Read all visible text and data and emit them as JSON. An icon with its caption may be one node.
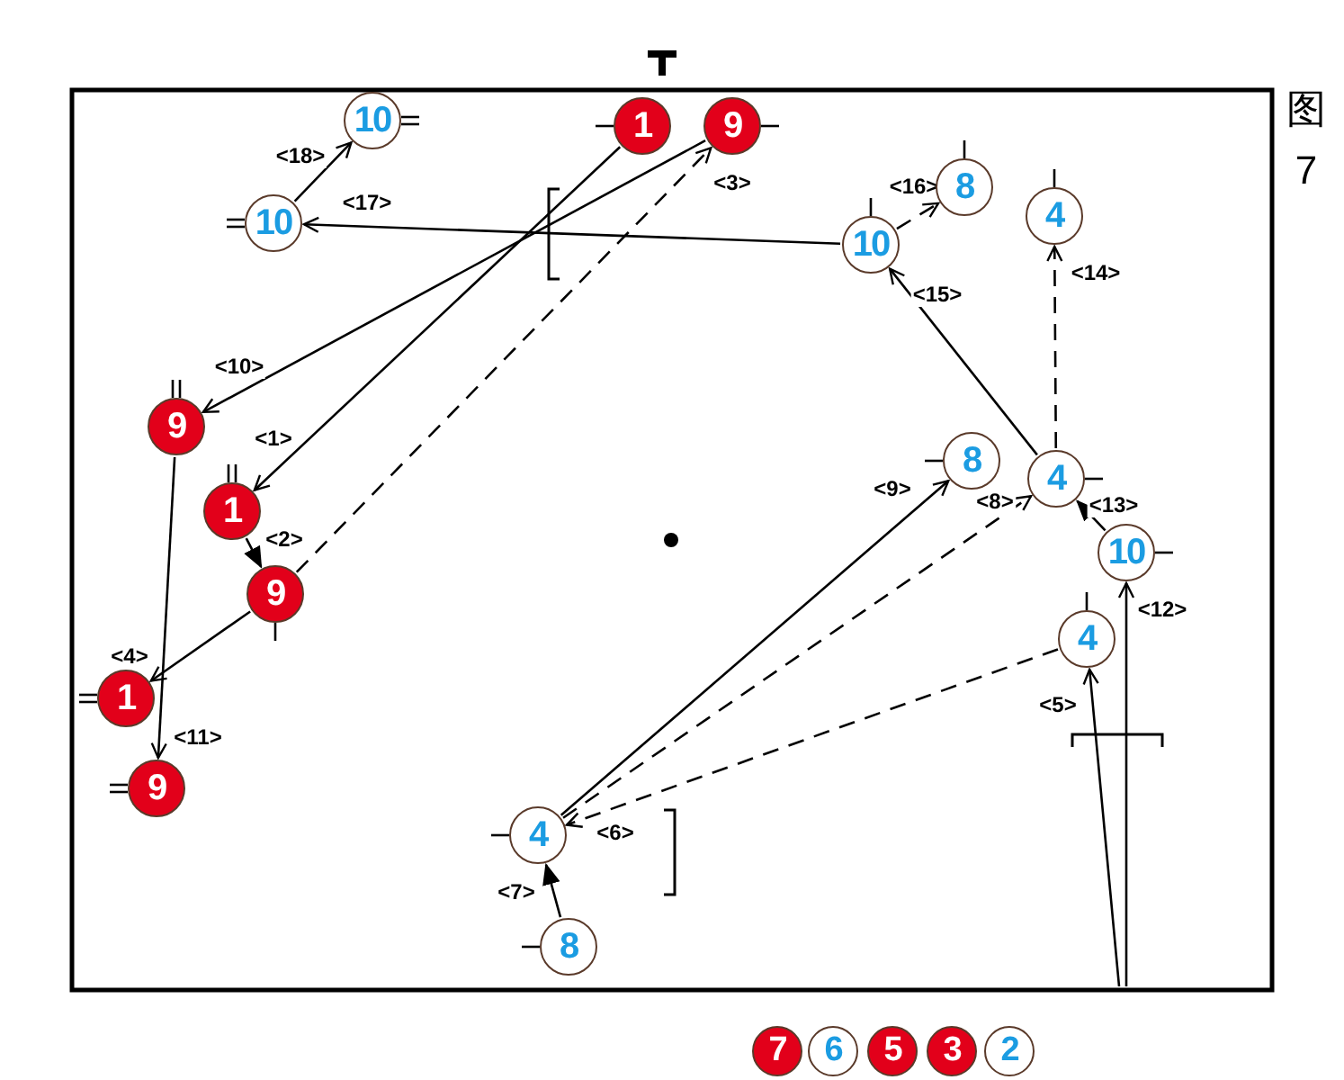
{
  "diagram": {
    "nodes": [
      {
        "text": [
          "1"
        ]
      },
      {
        "text": [
          "9"
        ]
      },
      {
        "text": [
          "10"
        ]
      },
      {
        "text": [
          "10"
        ]
      },
      {
        "text": [
          "10"
        ]
      },
      {
        "text": [
          "8"
        ]
      },
      {
        "text": [
          "4"
        ]
      },
      {
        "text": [
          "9"
        ]
      },
      {
        "text": [
          "1"
        ]
      },
      {
        "text": [
          "8"
        ]
      },
      {
        "text": [
          "4"
        ]
      },
      {
        "text": [
          "9"
        ]
      },
      {
        "text": [
          "10"
        ]
      },
      {
        "text": [
          "4"
        ]
      },
      {
        "text": [
          "1"
        ]
      },
      {
        "text": [
          "9"
        ]
      },
      {
        "text": [
          "4"
        ]
      },
      {
        "text": [
          "8"
        ]
      },
      {
        "text": [
          "7"
        ]
      },
      {
        "text": [
          "6"
        ]
      },
      {
        "text": [
          "5"
        ]
      },
      {
        "text": [
          "3"
        ]
      },
      {
        "text": [
          "2"
        ]
      }
    ],
    "edges": [
      {
        "from": 0,
        "to": 8,
        "arrow": "to",
        "label": "<1>"
      },
      {
        "from": 8,
        "to": 11,
        "arrow": "to",
        "label": "<2>"
      },
      {
        "from": 11,
        "to": 1,
        "arrow": "to",
        "label": "<3>",
        "style": "dashed"
      },
      {
        "from": 11,
        "to": 14,
        "arrow": "to",
        "label": "<4>"
      },
      {
        "from": null,
        "to": 13,
        "arrow": "to",
        "label": "<5>"
      },
      {
        "from": 13,
        "to": 16,
        "arrow": "to",
        "label": "<6>",
        "style": "dashed"
      },
      {
        "from": 17,
        "to": 16,
        "arrow": "to",
        "label": "<7>"
      },
      {
        "from": 16,
        "to": 10,
        "arrow": "to",
        "label": "<8>",
        "style": "dashed"
      },
      {
        "from": 16,
        "to": 9,
        "arrow": "to",
        "label": "<9>"
      },
      {
        "from": 1,
        "to": 7,
        "arrow": "to",
        "label": "<10>"
      },
      {
        "from": 7,
        "to": 15,
        "arrow": "to",
        "label": "<11>"
      },
      {
        "from": null,
        "to": 12,
        "arrow": "to",
        "label": "<12>"
      },
      {
        "from": 12,
        "to": 10,
        "arrow": "to",
        "label": "<13>"
      },
      {
        "from": 10,
        "to": 6,
        "arrow": "to",
        "label": "<14>",
        "style": "dashed"
      },
      {
        "from": 10,
        "to": 4,
        "arrow": "to",
        "label": "<15>"
      },
      {
        "from": 4,
        "to": 5,
        "arrow": "to",
        "label": "<16>",
        "style": "dashed"
      },
      {
        "from": 4,
        "to": 3,
        "arrow": "to",
        "label": "<17>"
      },
      {
        "from": 3,
        "to": 2,
        "arrow": "to",
        "label": "<18>"
      }
    ],
    "labels": [
      "图7"
    ]
  }
}
